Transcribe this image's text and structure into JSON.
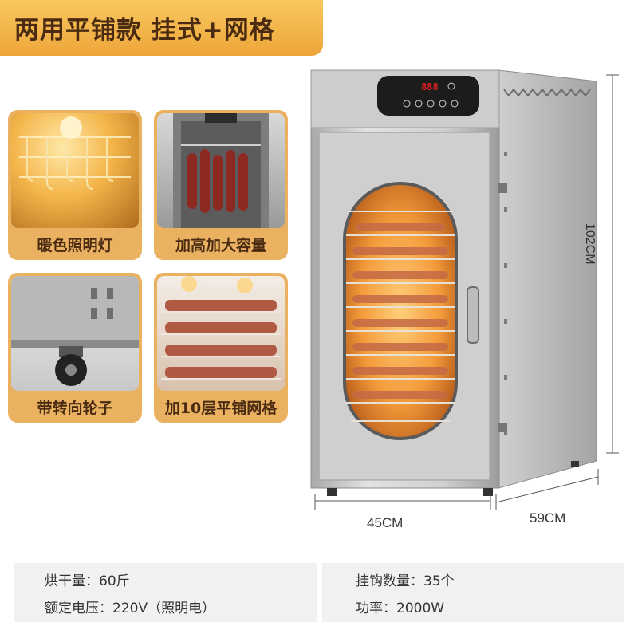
{
  "banner": {
    "title": "两用平铺款  挂式+网格"
  },
  "features": [
    {
      "label": "暖色照明灯"
    },
    {
      "label": "加高加大容量"
    },
    {
      "label": "带转向轮子"
    },
    {
      "label": "加10层平铺网格"
    }
  ],
  "product": {
    "display_readout": "888",
    "dimensions": {
      "height": "102CM",
      "width": "45CM",
      "depth": "59CM"
    }
  },
  "specs": {
    "capacity": "烘干量：60斤",
    "hooks": "挂钩数量：35个",
    "voltage": "额定电压：220V（照明电）",
    "power": "功率：2000W"
  },
  "colors": {
    "banner": "#eea63a",
    "caption_text": "#4a2b12",
    "display_digits": "#e0201e"
  }
}
